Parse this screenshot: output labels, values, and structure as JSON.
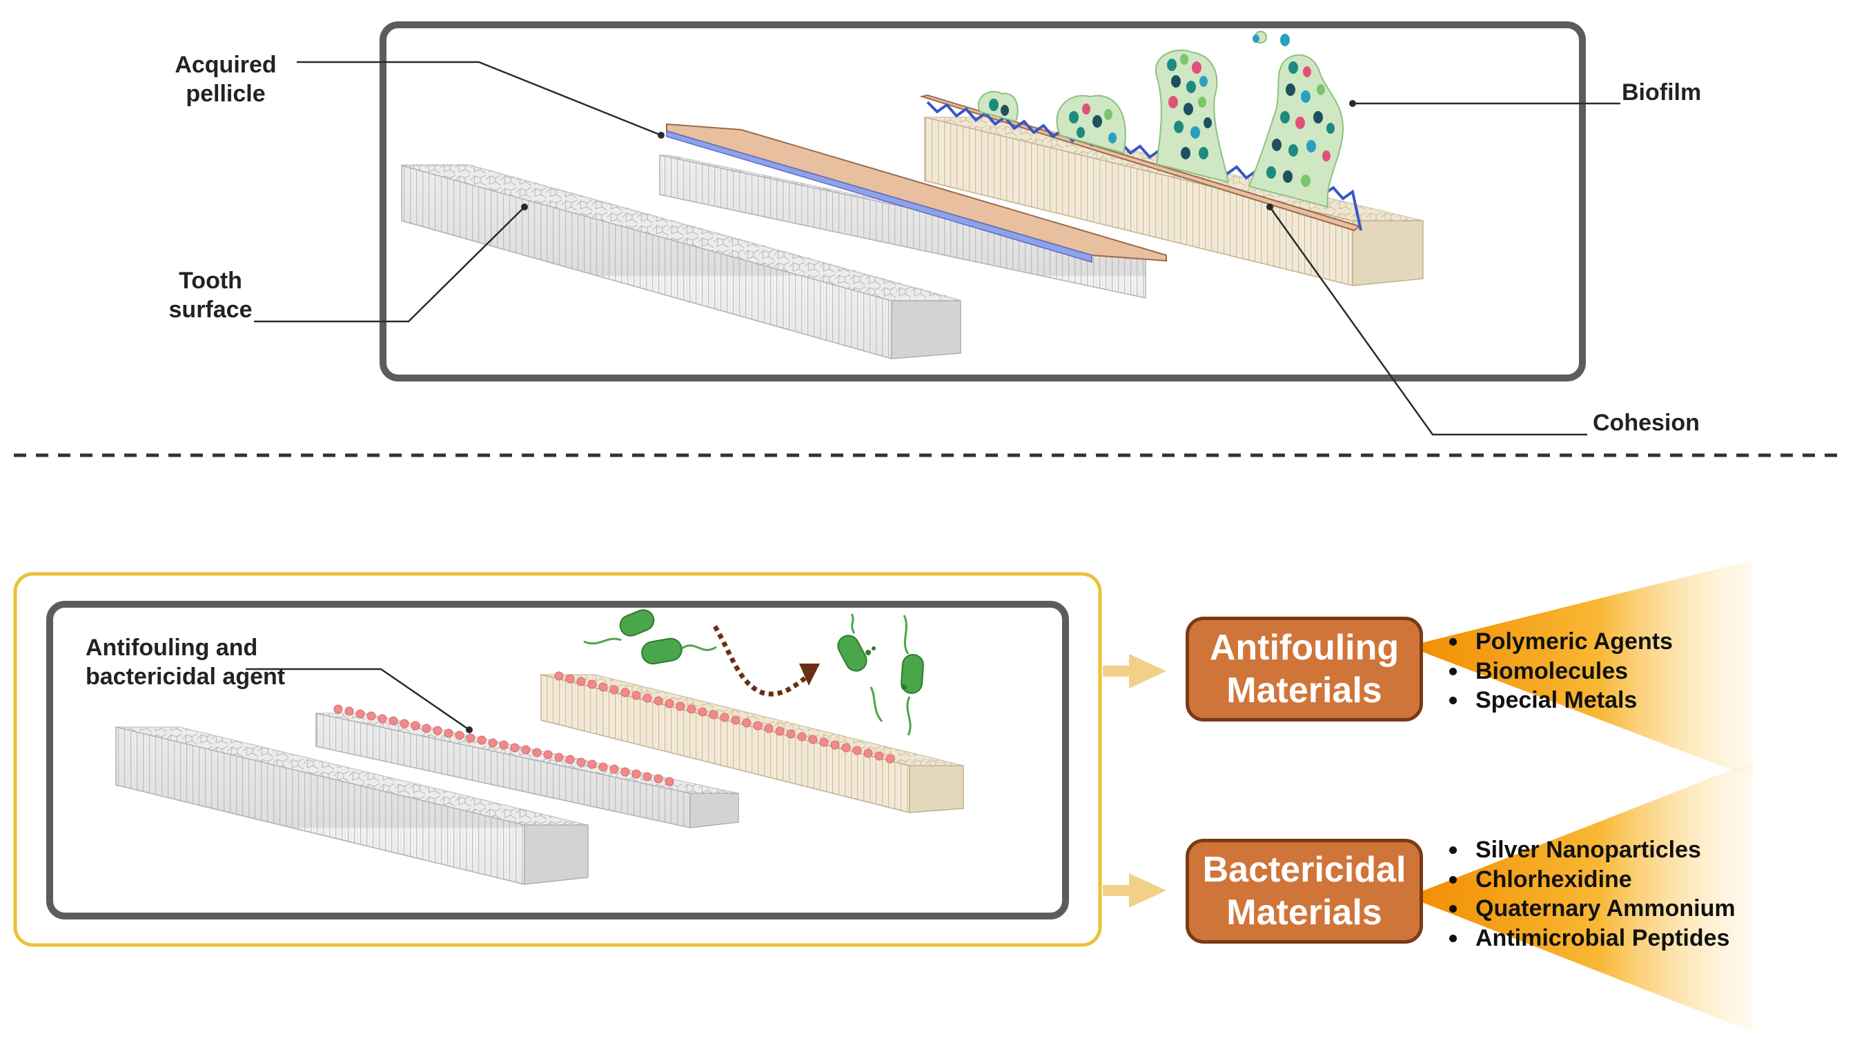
{
  "top_panel": {
    "labels": {
      "acquired_pellicle": [
        "Acquired",
        "pellicle"
      ],
      "tooth_surface": [
        "Tooth",
        "surface"
      ],
      "biofilm": "Biofilm",
      "cohesion": "Cohesion"
    }
  },
  "bottom_panel": {
    "agent_label": [
      "Antifouling and",
      "bactericidal agent"
    ],
    "antifouling": {
      "title": [
        "Antifouling",
        "Materials"
      ],
      "items": [
        "Polymeric Agents",
        "Biomolecules",
        "Special Metals"
      ]
    },
    "bactericidal": {
      "title": [
        "Bactericidal",
        "Materials"
      ],
      "items": [
        "Silver Nanoparticles",
        "Chlorhexidine",
        "Quaternary Ammonium",
        "Antimicrobial Peptides"
      ]
    }
  },
  "colors": {
    "panel_border": "#5c5c5c",
    "outer_frame": "#e8c23a",
    "material_box": "#d0753a",
    "material_box_border": "#7a3a15",
    "fan_gradient": "#f59a0a",
    "arrow": "#f2d08a",
    "pellicle_tan": "#e8c0a0",
    "pellicle_blue": "#8ea2ea",
    "agent_dots": "#f08a8a",
    "bacteria_green": "#4aa64a",
    "biofilm_cell_teal": "#1e8a80",
    "biofilm_cell_navy": "#1f5060",
    "biofilm_cell_pink": "#e0517a",
    "biofilm_cell_green": "#7bc66d",
    "biofilm_cell_blue": "#2aa0c0"
  }
}
